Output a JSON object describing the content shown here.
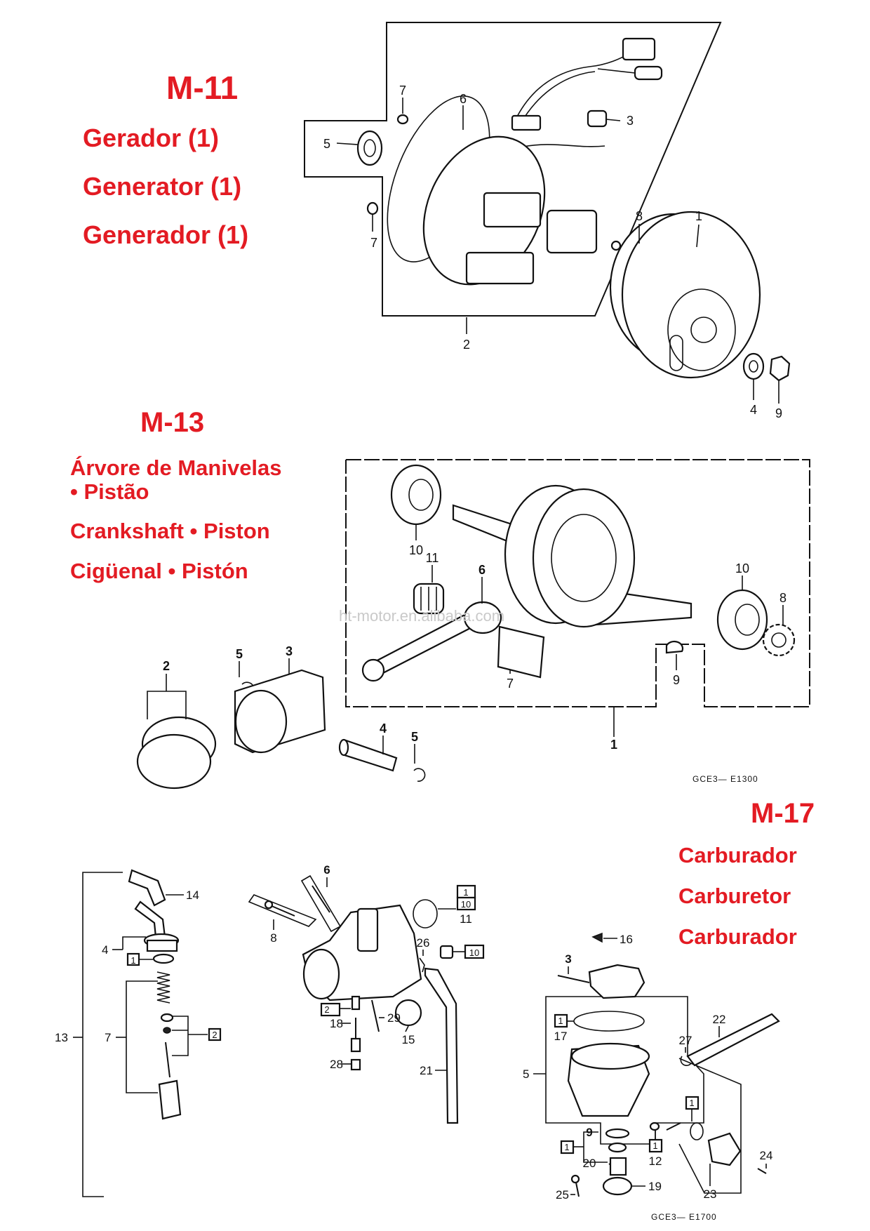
{
  "sections": {
    "m11": {
      "code": "M-11",
      "names": [
        "Gerador (1)",
        "Generator (1)",
        "Generador (1)"
      ]
    },
    "m13": {
      "code": "M-13",
      "names": [
        "Árvore de Manivelas\n• Pistão",
        "Crankshaft • Piston",
        "Cigüenal • Pistón"
      ],
      "ref": "GCE3— E1300"
    },
    "m17": {
      "code": "M-17",
      "names": [
        "Carburador",
        "Carburetor",
        "Carburador"
      ],
      "ref": "GCE3— E1700"
    }
  },
  "watermark": "ht-motor.en.alibaba.com",
  "callouts": {
    "m11": [
      "7",
      "6",
      "3",
      "5",
      "7",
      "8",
      "1",
      "2",
      "4",
      "9"
    ],
    "m13": [
      "10",
      "11",
      "6",
      "10",
      "8",
      "7",
      "9",
      "1",
      "2",
      "5",
      "3",
      "4",
      "5"
    ],
    "m17": [
      "14",
      "4",
      "1",
      "13",
      "7",
      "2",
      "6",
      "8",
      "1",
      "10",
      "11",
      "26",
      "10",
      "2",
      "18",
      "29",
      "15",
      "28",
      "21",
      "16",
      "3",
      "22",
      "27",
      "1",
      "17",
      "5",
      "9",
      "1",
      "1",
      "20",
      "12",
      "1",
      "24",
      "23",
      "25",
      "19"
    ]
  }
}
